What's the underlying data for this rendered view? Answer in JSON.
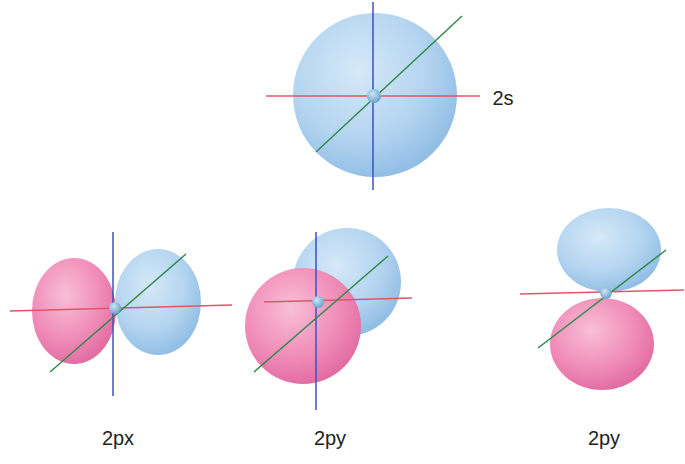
{
  "diagram": {
    "labels": [
      "2s",
      "2px",
      "2py",
      "2py"
    ]
  }
}
